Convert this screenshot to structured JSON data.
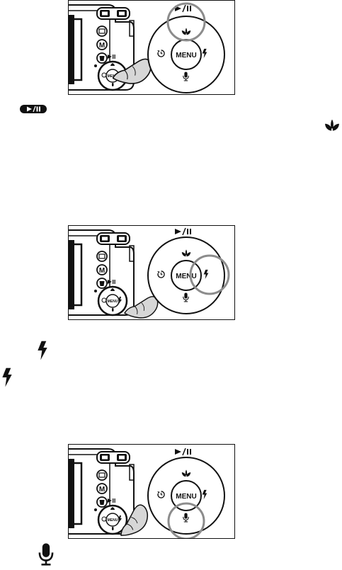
{
  "sections": [
    {
      "id": "playback-macro",
      "dial": {
        "top_label": "▶/II",
        "center_label": "MENU",
        "camera_center_label": "MENU"
      },
      "highlight": "top",
      "inline_icons": [
        "play-pause-key-icon",
        "macro-icon"
      ]
    },
    {
      "id": "flash",
      "dial": {
        "top_label": "▶/II",
        "center_label": "MENU",
        "camera_center_label": "MENU"
      },
      "highlight": "right",
      "inline_icons": [
        "flash-icon",
        "flash-icon"
      ]
    },
    {
      "id": "voice-memo",
      "dial": {
        "top_label": "▶/II",
        "center_label": "MENU",
        "camera_center_label": "MENU"
      },
      "highlight": "bottom",
      "inline_icons": [
        "microphone-icon"
      ]
    }
  ],
  "colors": {
    "ink": "#111111",
    "highlight_ring": "#8c8c8c",
    "paper": "#ffffff"
  }
}
